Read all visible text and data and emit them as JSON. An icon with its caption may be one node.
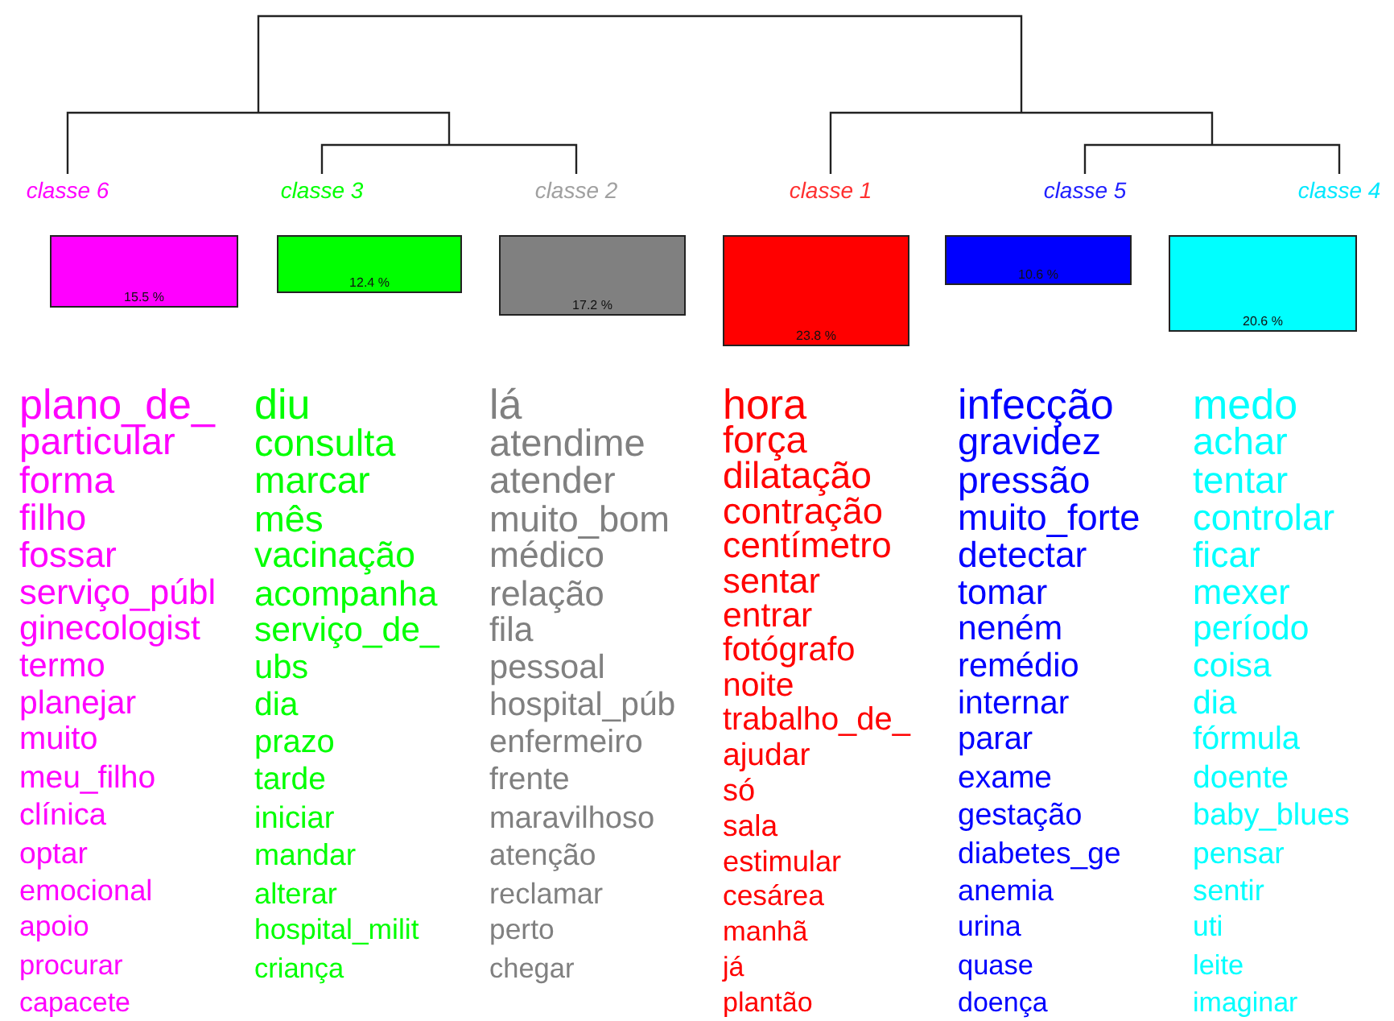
{
  "diagram": {
    "nodes": [
      {
        "text": [
          "classe 6",
          "15.5 %"
        ],
        "beside": [
          "plano_de_",
          "particular",
          "forma",
          "filho",
          "fossar",
          "serviço_públ",
          "ginecologist",
          "termo",
          "planejar",
          "muito",
          "meu_filho",
          "clínica",
          "optar",
          "emocional",
          "apoio",
          "procurar",
          "capacete"
        ]
      },
      {
        "text": [
          "classe 3",
          "12.4 %"
        ],
        "beside": [
          "diu",
          "consulta",
          "marcar",
          "mês",
          "vacinação",
          "acompanha",
          "serviço_de_",
          "ubs",
          "dia",
          "prazo",
          "tarde",
          "iniciar",
          "mandar",
          "alterar",
          "hospital_milit",
          "criança"
        ]
      },
      {
        "text": [
          "classe 2",
          "17.2 %"
        ],
        "beside": [
          "lá",
          "atendime",
          "atender",
          "muito_bom",
          "médico",
          "relação",
          "fila",
          "pessoal",
          "hospital_púb",
          "enfermeiro",
          "frente",
          "maravilhoso",
          "atenção",
          "reclamar",
          "perto",
          "chegar"
        ]
      },
      {
        "text": [
          "classe 1",
          "23.8 %"
        ],
        "beside": [
          "hora",
          "força",
          "dilatação",
          "contração",
          "centímetro",
          "sentar",
          "entrar",
          "fotógrafo",
          "noite",
          "trabalho_de_",
          "ajudar",
          "só",
          "sala",
          "estimular",
          "cesárea",
          "manhã",
          "já",
          "plantão"
        ]
      },
      {
        "text": [
          "classe 5",
          "10.6 %"
        ],
        "beside": [
          "infecção",
          "gravidez",
          "pressão",
          "muito_forte",
          "detectar",
          "tomar",
          "neném",
          "remédio",
          "internar",
          "parar",
          "exame",
          "gestação",
          "diabetes_ge",
          "anemia",
          "urina",
          "quase",
          "doença"
        ]
      },
      {
        "text": [
          "classe 4",
          "20.6 %"
        ],
        "beside": [
          "medo",
          "achar",
          "tentar",
          "controlar",
          "ficar",
          "mexer",
          "período",
          "coisa",
          "dia",
          "fórmula",
          "doente",
          "baby_blues",
          "pensar",
          "sentir",
          "uti",
          "leite",
          "imaginar"
        ]
      }
    ]
  }
}
